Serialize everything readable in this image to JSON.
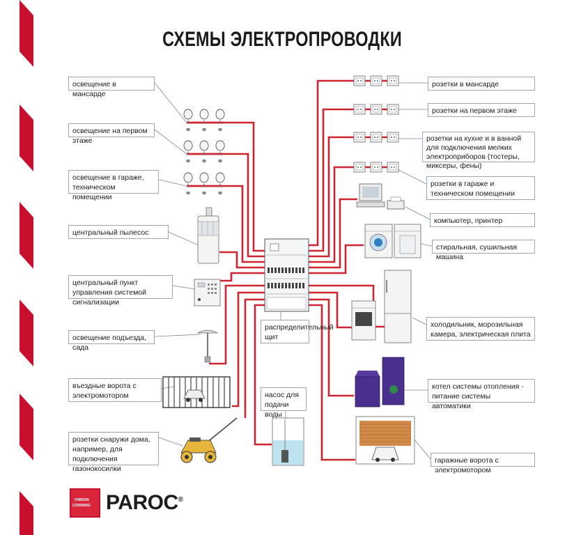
{
  "title": "СХЕМЫ ЭЛЕКТРОПРОВОДКИ",
  "colors": {
    "wire": "#cc2430",
    "accent_red": "#c8102e",
    "label_border": "#9aa7b4",
    "heater": "#4a2f8f"
  },
  "labels": {
    "attic_light": "освещение в мансарде",
    "first_floor_light": "освещение на первом этаже",
    "garage_light": "освещение в гараже, техническом помещении",
    "vacuum": "центральный пылесос",
    "alarm": "центральный пункт управления системой сигнализации",
    "porch_light": "освещение подъезда, сада",
    "gates": "въездные ворота с электромотором",
    "outdoor_sockets": "розетки снаружи дома, например, для подключения газонокосилки",
    "pump": "насос для подачи воды",
    "panel": "распределительный щит",
    "attic_sockets": "розетки в мансарде",
    "first_floor_sockets": "розетки на первом этаже",
    "kitchen_sockets": "розетки на кухне и в ванной для подключения мелких электроприборов (тостеры, миксеры, фены)",
    "garage_sockets": "розетки в гараже и техническом помещении",
    "computer": "компьютер, принтер",
    "washer": "стиральная, сушильная машина",
    "fridge": "холодильник, морозильная камера, электрическая плита",
    "boiler": "котел системы отопления - питание системы автоматики",
    "garage_door": "гаражные ворота с электромотором"
  },
  "brand": {
    "name": "PAROC",
    "registered": "®",
    "partner_line1": "OWENS",
    "partner_line2": "CORNING"
  }
}
